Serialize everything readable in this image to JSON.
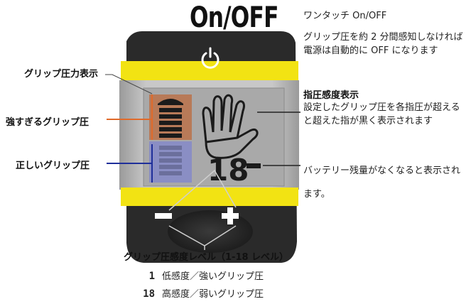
{
  "title": "On/OFF",
  "right_notes": {
    "one_touch": "ワンタッチ On/OFF",
    "auto_off": "グリップ圧を約 2 分間感知しなければ電源は自動的に OFF になります",
    "finger_title": "指圧感度表示",
    "finger_desc": "設定したグリップ圧を各指圧が超えると超えた指が黒く表示されます",
    "battery": "バッテリー残量がなくなると表示されます。"
  },
  "left_labels": {
    "grip_display": "グリップ圧力表示",
    "too_strong": "強すぎるグリップ圧",
    "correct": "正しいグリップ圧"
  },
  "sensitivity": {
    "title": "グリップ圧感度レベル（1-18 レベル）",
    "levels": [
      {
        "digit": "1",
        "text": "低感度／強いグリップ圧"
      },
      {
        "digit": "18",
        "text": "高感度／弱いグリップ圧"
      }
    ]
  },
  "device": {
    "lcd_number": "18",
    "minus_label": "−",
    "plus_label": "+",
    "power_icon": "power-icon",
    "colors": {
      "body": "#2a2a2a",
      "yellow": "#f2e313",
      "grey": "#bdbdbd",
      "lcd": "#a9a9a9",
      "orange_zone": "#b87a58",
      "blue_zone": "#8a8ec4"
    }
  }
}
